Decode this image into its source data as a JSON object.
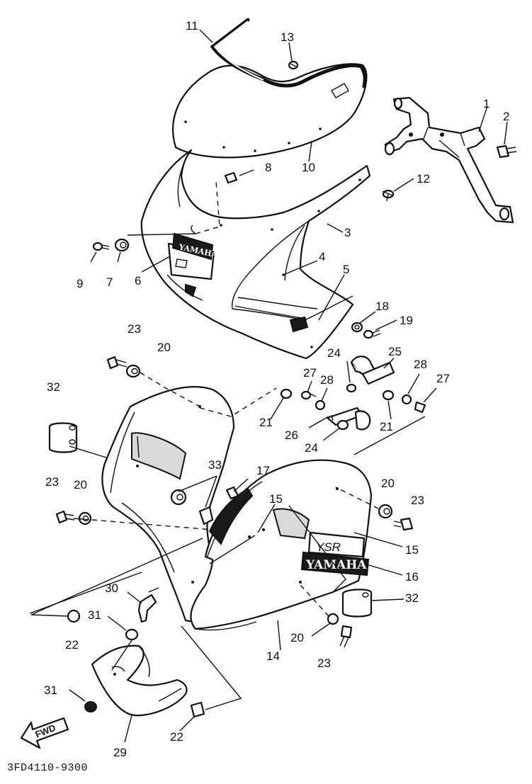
{
  "diagram_code": "3FD4110-9300",
  "fwd_label": "FWD",
  "decal_text": {
    "model": "YSR",
    "brand": "YAMAHA"
  },
  "callouts": [
    {
      "id": "c1",
      "label": "1"
    },
    {
      "id": "c2",
      "label": "2"
    },
    {
      "id": "c3",
      "label": "3"
    },
    {
      "id": "c4",
      "label": "4"
    },
    {
      "id": "c5",
      "label": "5"
    },
    {
      "id": "c6",
      "label": "6"
    },
    {
      "id": "c7",
      "label": "7"
    },
    {
      "id": "c8",
      "label": "8"
    },
    {
      "id": "c9",
      "label": "9"
    },
    {
      "id": "c10",
      "label": "10"
    },
    {
      "id": "c11",
      "label": "11"
    },
    {
      "id": "c12",
      "label": "12"
    },
    {
      "id": "c13",
      "label": "13"
    },
    {
      "id": "c14",
      "label": "14"
    },
    {
      "id": "c15a",
      "label": "15"
    },
    {
      "id": "c15b",
      "label": "15"
    },
    {
      "id": "c16",
      "label": "16"
    },
    {
      "id": "c17",
      "label": "17"
    },
    {
      "id": "c18",
      "label": "18"
    },
    {
      "id": "c19",
      "label": "19"
    },
    {
      "id": "c20a",
      "label": "20"
    },
    {
      "id": "c20b",
      "label": "20"
    },
    {
      "id": "c20c",
      "label": "20"
    },
    {
      "id": "c20d",
      "label": "20"
    },
    {
      "id": "c21a",
      "label": "21"
    },
    {
      "id": "c21b",
      "label": "21"
    },
    {
      "id": "c22a",
      "label": "22"
    },
    {
      "id": "c22b",
      "label": "22"
    },
    {
      "id": "c23a",
      "label": "23"
    },
    {
      "id": "c23b",
      "label": "23"
    },
    {
      "id": "c23c",
      "label": "23"
    },
    {
      "id": "c23d",
      "label": "23"
    },
    {
      "id": "c24a",
      "label": "24"
    },
    {
      "id": "c24b",
      "label": "24"
    },
    {
      "id": "c25",
      "label": "25"
    },
    {
      "id": "c26",
      "label": "26"
    },
    {
      "id": "c27a",
      "label": "27"
    },
    {
      "id": "c27b",
      "label": "27"
    },
    {
      "id": "c28a",
      "label": "28"
    },
    {
      "id": "c28b",
      "label": "28"
    },
    {
      "id": "c29",
      "label": "29"
    },
    {
      "id": "c30",
      "label": "30"
    },
    {
      "id": "c31a",
      "label": "31"
    },
    {
      "id": "c31b",
      "label": "31"
    },
    {
      "id": "c32a",
      "label": "32"
    },
    {
      "id": "c32b",
      "label": "32"
    },
    {
      "id": "c33",
      "label": "33"
    }
  ]
}
